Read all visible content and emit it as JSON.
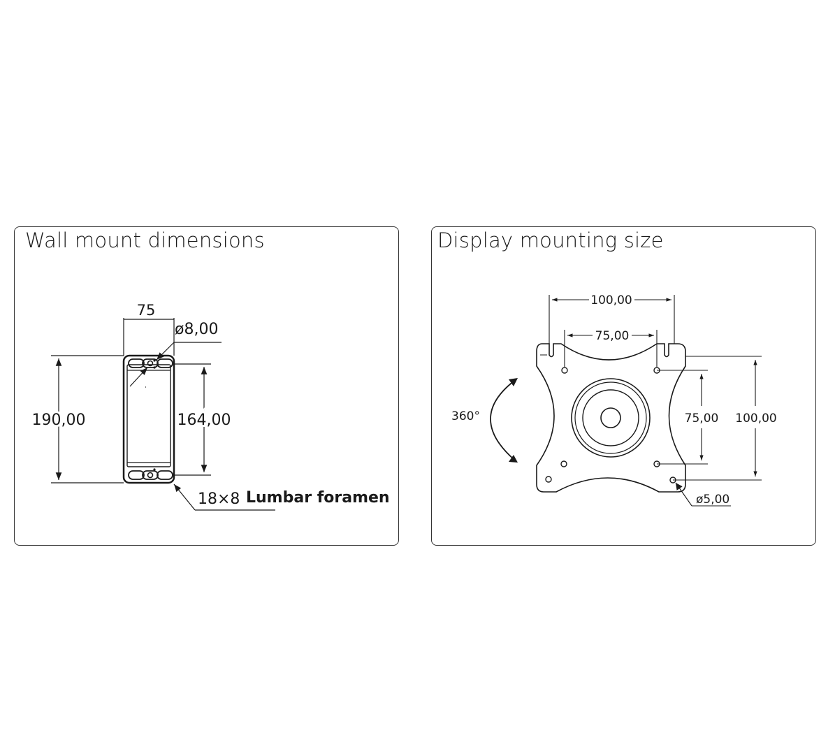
{
  "wall_mount": {
    "title": "Wall mount dimensions",
    "width_label": "75",
    "hole_diameter": "ø8,00",
    "outer_height": "190,00",
    "inner_height": "164,00",
    "slot_size": "18×8",
    "slot_name": "Lumbar foramen"
  },
  "display_mount": {
    "title": "Display mounting size",
    "outer_width": "100,00",
    "inner_width": "75,00",
    "rotation": "360°",
    "inner_height": "75,00",
    "outer_height": "100,00",
    "hole_diameter": "ø5,00"
  }
}
